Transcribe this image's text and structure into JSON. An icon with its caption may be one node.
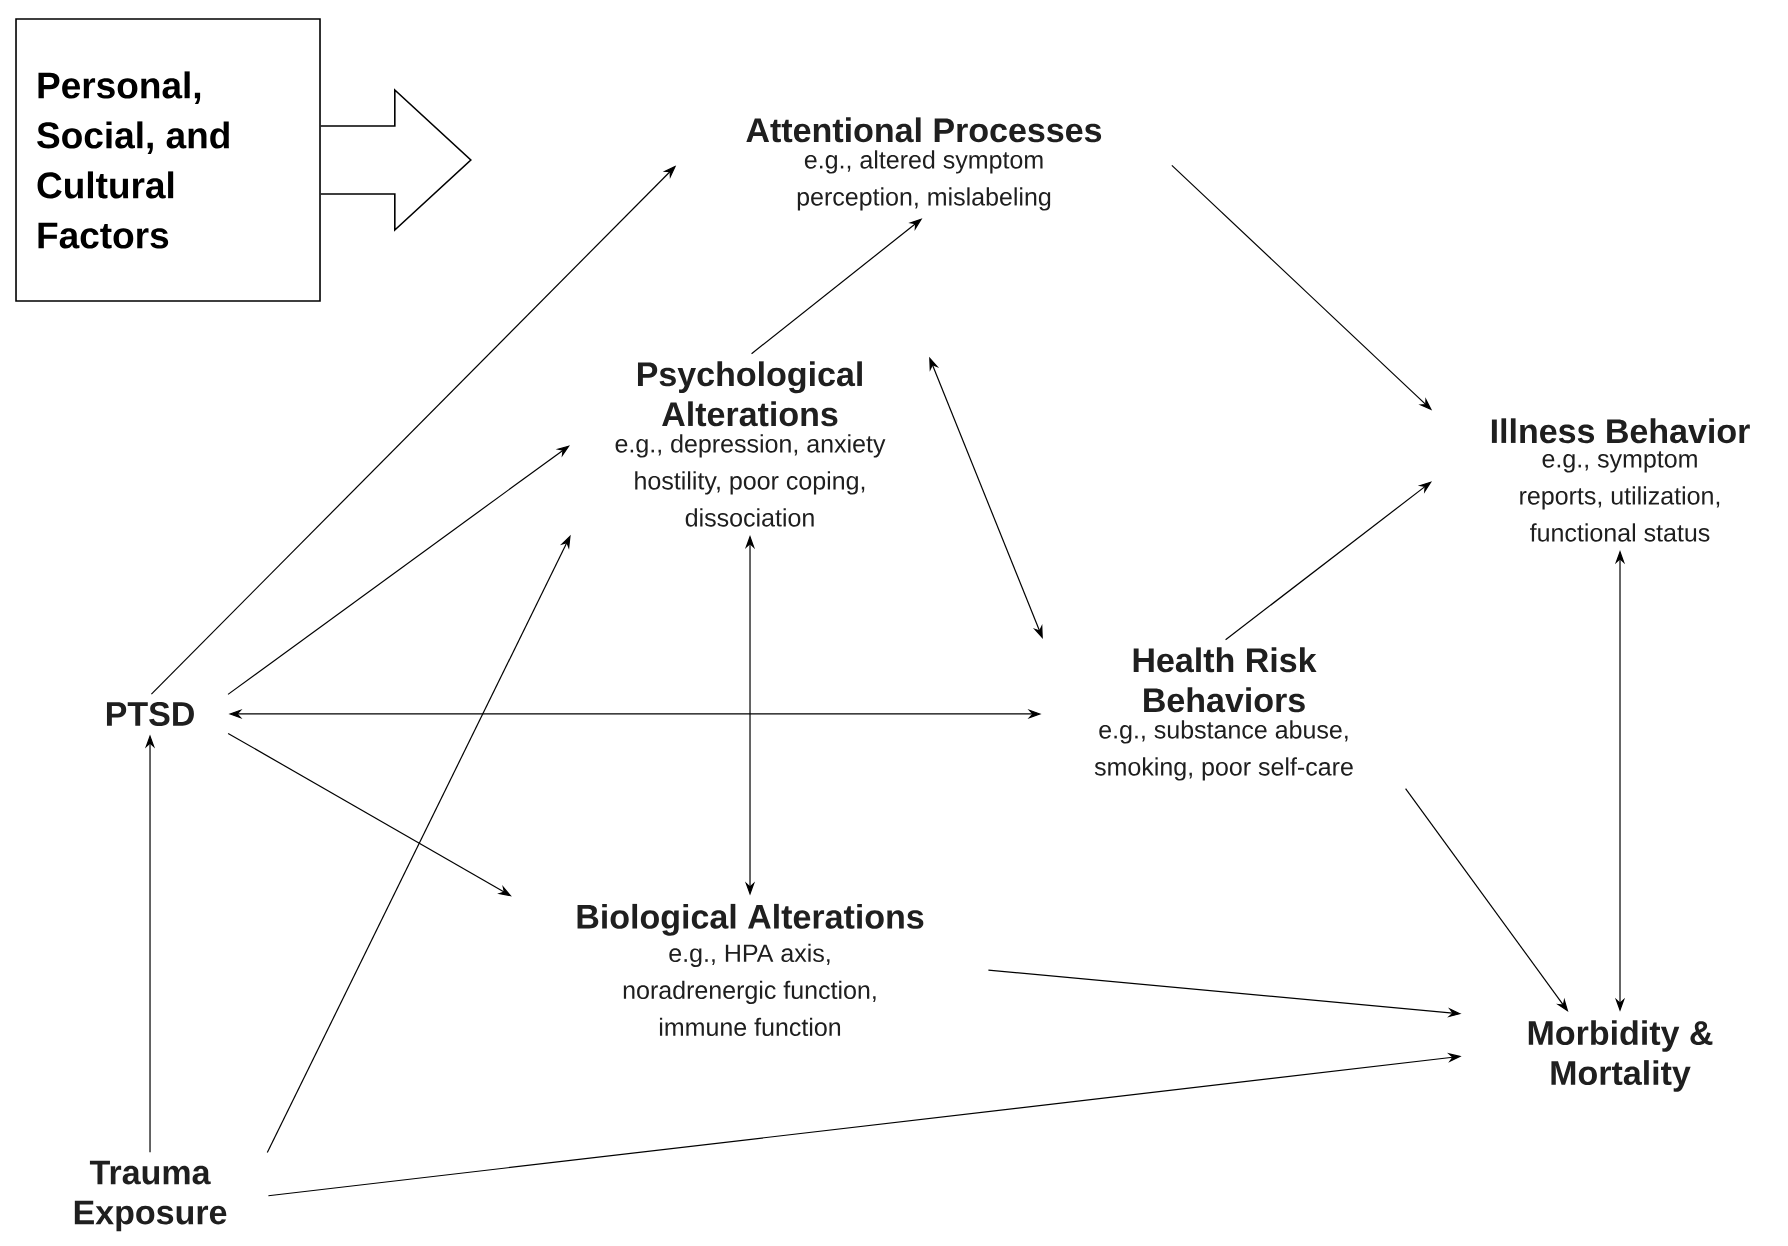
{
  "diagram": {
    "nodes": [
      {
        "text": [
          "Personal, Social, and Cultural Factors"
        ]
      },
      {
        "text": [
          "Attentional Processes",
          "e.g., altered symptom perception, mislabeling"
        ]
      },
      {
        "text": [
          "Psychological Alterations",
          "e.g., depression, anxiety hostility, poor coping, dissociation"
        ]
      },
      {
        "text": [
          "Illness Behavior",
          "e.g., symptom reports, utilization, functional status"
        ]
      },
      {
        "text": [
          "PTSD"
        ]
      },
      {
        "text": [
          "Health Risk Behaviors",
          "e.g., substance abuse, smoking, poor self-care"
        ]
      },
      {
        "text": [
          "Biological Alterations",
          "e.g., HPA axis, noradrenergic function, immune function"
        ]
      },
      {
        "text": [
          "Morbidity & Mortality"
        ]
      },
      {
        "text": [
          "Trauma Exposure"
        ]
      }
    ],
    "edges": [
      {
        "from": 4,
        "to": 1,
        "arrow": "to"
      },
      {
        "from": 4,
        "to": 2,
        "arrow": "to"
      },
      {
        "from": 2,
        "to": 1,
        "arrow": "to"
      },
      {
        "from": 1,
        "to": 3,
        "arrow": "to"
      },
      {
        "from": 2,
        "to": 5,
        "arrow": "both"
      },
      {
        "from": 5,
        "to": 3,
        "arrow": "to"
      },
      {
        "from": 4,
        "to": 5,
        "arrow": "both"
      },
      {
        "from": 2,
        "to": 6,
        "arrow": "both"
      },
      {
        "from": 4,
        "to": 6,
        "arrow": "to"
      },
      {
        "from": 8,
        "to": 4,
        "arrow": "to"
      },
      {
        "from": 8,
        "to": 2,
        "arrow": "to"
      },
      {
        "from": 8,
        "to": 7,
        "arrow": "to"
      },
      {
        "from": 6,
        "to": 7,
        "arrow": "to"
      },
      {
        "from": 5,
        "to": 7,
        "arrow": "to"
      },
      {
        "from": 3,
        "to": 7,
        "arrow": "both"
      }
    ]
  }
}
